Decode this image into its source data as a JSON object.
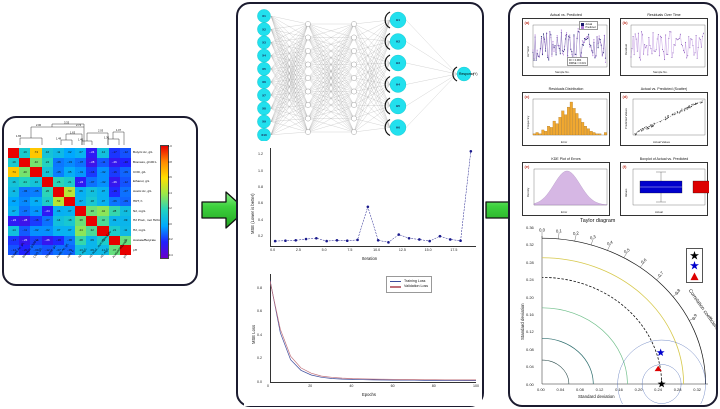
{
  "figure": {
    "type": "three-stage-workflow-diagram",
    "stages": [
      "correlation-heatmap-clustering",
      "ann-model-training",
      "model-diagnostics-taylor"
    ]
  },
  "colors": {
    "arrow_green": "#3dd13d",
    "node_cyan": "#22e0ee",
    "train_loss": "#3b4b9c",
    "val_loss": "#c0707a",
    "mse_line": "#1a1a8c",
    "hist_orange": "#f0a830",
    "kde_purple": "#c9a0dc",
    "box_blue": "#0000cc",
    "box_red": "#dd0000",
    "panel_border": "#1b1b2f",
    "scatter_purple": "#9b59b6"
  },
  "heatmap": {
    "name": "Hierarchical clustering correlation heatmap",
    "dendrogram_labels": [
      "3.33",
      "2.74",
      "2.03",
      "2.00",
      "1.65",
      "1.49",
      "1.63",
      "1.45",
      "1.30",
      "1.07"
    ],
    "row_labels": [
      "Butyric Ac, g/L",
      "Biomass, g/100 L",
      "COD, g/L",
      "Ethanol, g/L",
      "Acetic Ac, g/L",
      "HRT, h",
      "N2, mg/L",
      "H2 Prod., mol H2/mol glu",
      "H2, mg/L",
      "Acetate/Butyrate",
      "pH"
    ],
    "col_labels": [
      "Butyric Ac, g/L",
      "Biomass, g/100 L",
      "COD, g/L",
      "Ethanol, g/L",
      "Acetic Ac, g/L",
      "HRT, h",
      "N2, mg/L",
      "H2 Prod., mol H2/mol glu",
      "H2, mg/L",
      "Acetate/Butyrate",
      "pH"
    ],
    "colorbar_ticks": [
      "1.0",
      "0.8",
      "0.6",
      "0.4",
      "0.2",
      "0.0",
      "-0.2",
      "-0.4"
    ],
    "matrix": [
      [
        1.0,
        0.19,
        0.74,
        0.16,
        0.11,
        0.02,
        0.07,
        -0.24,
        0.14,
        -0.17,
        -0.12
      ],
      [
        0.19,
        1.0,
        0.4,
        0.24,
        -0.06,
        -0.03,
        -0.07,
        -0.28,
        -0.11,
        -0.26,
        -0.2
      ],
      [
        0.74,
        0.4,
        1.0,
        0.16,
        -0.05,
        0.05,
        -0.01,
        -0.16,
        -0.02,
        -0.16,
        -0.09
      ],
      [
        0.16,
        0.24,
        0.16,
        1.0,
        0.26,
        0.21,
        -0.24,
        -0.07,
        -0.02,
        -0.26,
        -0.12
      ],
      [
        0.11,
        -0.06,
        -0.05,
        0.26,
        1.0,
        0.53,
        0.06,
        0.14,
        0.07,
        -0.19,
        -0.07
      ],
      [
        0.02,
        -0.03,
        0.05,
        0.21,
        0.53,
        1.0,
        0.07,
        0.18,
        0.07,
        -0.06,
        -0.09
      ],
      [
        0.07,
        -0.07,
        -0.01,
        -0.24,
        0.06,
        0.07,
        1.0,
        0.38,
        0.44,
        0.28,
        0.13
      ],
      [
        -0.24,
        -0.28,
        -0.16,
        -0.07,
        0.14,
        0.18,
        0.38,
        1.0,
        0.32,
        0.09,
        0.09
      ],
      [
        0.14,
        -0.11,
        -0.02,
        -0.02,
        0.07,
        0.07,
        0.44,
        0.32,
        1.0,
        0.21,
        0.11
      ],
      [
        -0.17,
        -0.26,
        -0.16,
        -0.26,
        -0.19,
        -0.06,
        0.28,
        0.09,
        0.21,
        1.0,
        0.37
      ],
      [
        -0.12,
        -0.2,
        -0.09,
        -0.12,
        -0.07,
        -0.09,
        0.13,
        0.09,
        0.11,
        0.37,
        1.0
      ]
    ]
  },
  "network": {
    "name": "Artificial neural network architecture",
    "input_nodes": [
      "X1",
      "X2",
      "X3",
      "X4",
      "X5",
      "X6",
      "X7",
      "X8",
      "X9",
      "X10"
    ],
    "hidden_nodes": [
      "H1",
      "H2",
      "H3",
      "H4",
      "H5",
      "H6"
    ],
    "output_label": "Response",
    "output_suffix": "(Y)"
  },
  "chart_data": [
    {
      "type": "line",
      "name": "mse-per-iteration",
      "title": "",
      "xlabel": "Iteration",
      "ylabel": "MSE (Lower is better)",
      "xlim": [
        -0.5,
        19.5
      ],
      "ylim": [
        0.08,
        1.28
      ],
      "xticks": [
        "0.0",
        "2.5",
        "5.0",
        "7.5",
        "10.0",
        "12.5",
        "15.0",
        "17.5"
      ],
      "yticks": [
        "0.2",
        "0.4",
        "0.6",
        "0.8",
        "1.0",
        "1.2"
      ],
      "x": [
        0,
        1,
        2,
        3,
        4,
        5,
        6,
        7,
        8,
        9,
        10,
        11,
        12,
        13,
        14,
        15,
        16,
        17,
        18,
        19
      ],
      "values": [
        0.14,
        0.145,
        0.15,
        0.165,
        0.175,
        0.14,
        0.15,
        0.145,
        0.155,
        0.56,
        0.15,
        0.125,
        0.22,
        0.175,
        0.16,
        0.14,
        0.2,
        0.16,
        0.145,
        1.24
      ],
      "grid": false
    },
    {
      "type": "line",
      "name": "training-validation-loss",
      "title": "",
      "xlabel": "Epochs",
      "ylabel": "MSE Loss",
      "xlim": [
        0,
        100
      ],
      "ylim": [
        0,
        0.92
      ],
      "xticks": [
        "0",
        "20",
        "40",
        "60",
        "80",
        "100"
      ],
      "yticks": [
        "0.0",
        "0.2",
        "0.4",
        "0.6",
        "0.8"
      ],
      "legend": [
        "Training Loss",
        "Validation Loss"
      ],
      "legend_position": "top-right",
      "series": [
        {
          "name": "Training Loss",
          "values": [
            0.87,
            0.42,
            0.19,
            0.1,
            0.06,
            0.04,
            0.03,
            0.025,
            0.022,
            0.02,
            0.018,
            0.017,
            0.016,
            0.015,
            0.015,
            0.014,
            0.014,
            0.013,
            0.013,
            0.012,
            0.012
          ]
        },
        {
          "name": "Validation Loss",
          "values": [
            0.86,
            0.45,
            0.22,
            0.12,
            0.075,
            0.05,
            0.04,
            0.033,
            0.029,
            0.027,
            0.025,
            0.024,
            0.023,
            0.022,
            0.021,
            0.02,
            0.02,
            0.019,
            0.019,
            0.018,
            0.018
          ]
        }
      ],
      "grid": false
    },
    {
      "type": "scatter",
      "name": "actual-vs-predicted-series",
      "panel_id": "(a)",
      "title": "Actual vs. Predicted",
      "xlabel": "Sample No.",
      "ylabel": "H2 Yield",
      "legend": [
        "Actual",
        "Predicted"
      ],
      "annotation": [
        "R² = 0.984",
        "RMSE = 0.031"
      ]
    },
    {
      "type": "line",
      "name": "residuals-over-time",
      "panel_id": "(b)",
      "title": "Residuals Over Time",
      "xlabel": "Sample No.",
      "ylabel": "Residual"
    },
    {
      "type": "bar",
      "name": "residuals-distribution",
      "panel_id": "(c)",
      "title": "Residuals Distribution",
      "xlabel": "Error",
      "ylabel": "Frequency"
    },
    {
      "type": "scatter",
      "name": "actual-vs-predicted-scatter",
      "panel_id": "(d)",
      "title": "Actual vs. Predicted (Scatter)",
      "xlabel": "Actual Values",
      "ylabel": "Predicted Values"
    },
    {
      "type": "area",
      "name": "kde-plot-of-errors",
      "panel_id": "(e)",
      "title": "KDE Plot of Errors",
      "xlabel": "Error",
      "ylabel": "Density"
    },
    {
      "type": "table",
      "name": "boxplot-actual-vs-predicted",
      "panel_id": "(f)",
      "title": "Boxplot of Actual vs. Predicted",
      "xlabel": "Actual",
      "ylabel": "Values",
      "categories": [
        "Actual",
        "Predicted"
      ]
    },
    {
      "type": "scatter",
      "name": "taylor-diagram",
      "title": "Taylor diagram",
      "xlabel": "Standard deviation",
      "ylabel": "Standard deviation",
      "xticks": [
        "0.00",
        "0.04",
        "0.08",
        "0.12",
        "0.16",
        "0.20",
        "0.24",
        "0.28",
        "0.32"
      ],
      "yticks": [
        "0.00",
        "0.04",
        "0.08",
        "0.12",
        "0.16",
        "0.20",
        "0.24",
        "0.28",
        "0.32",
        "0.36"
      ],
      "arc_label": "Correlation coefficient",
      "arc_ticks": [
        "0.0",
        "0.1",
        "0.2",
        "0.3",
        "0.4",
        "0.5",
        "0.6",
        "0.7",
        "0.8",
        "0.9"
      ],
      "legend_markers": [
        "reference",
        "prediction",
        "model"
      ]
    }
  ]
}
